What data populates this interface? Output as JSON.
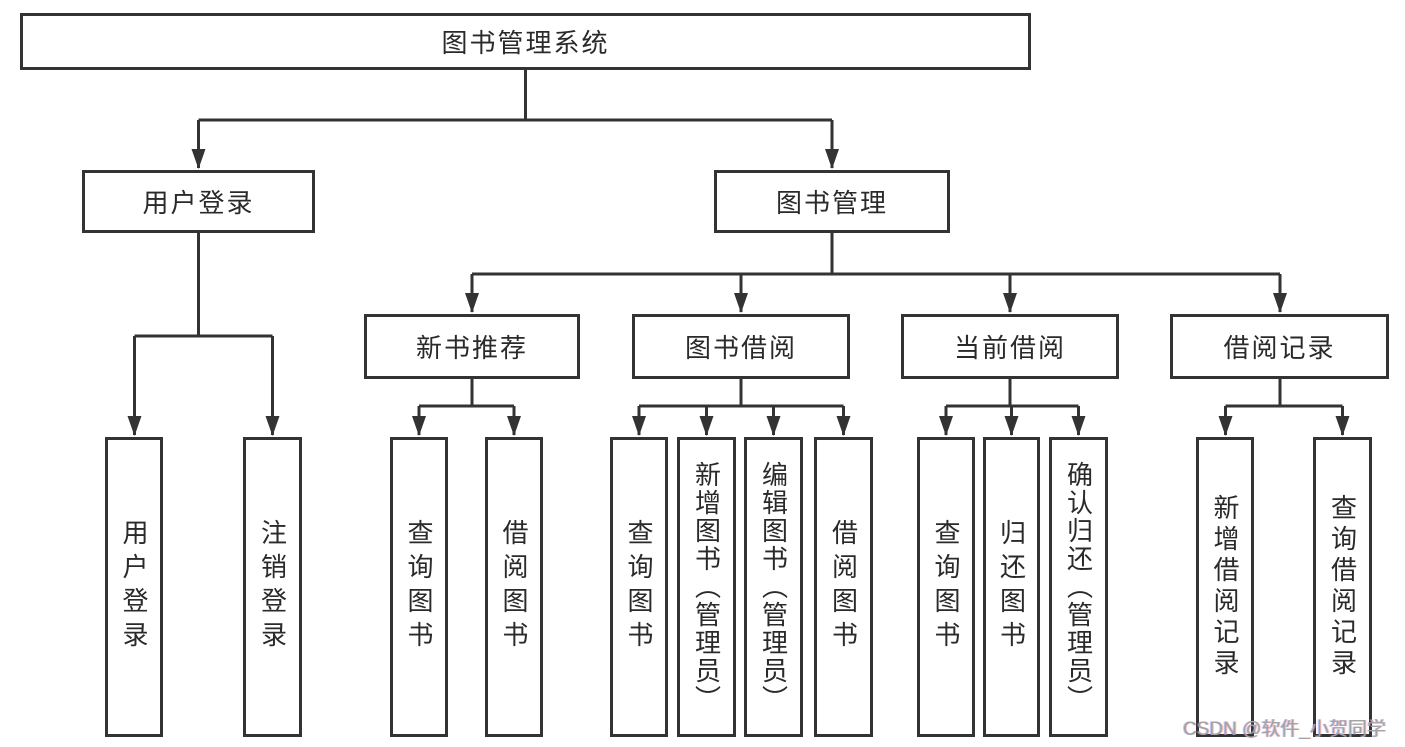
{
  "tree": {
    "label": "图书管理系统",
    "children": [
      {
        "label": "用户登录",
        "children": [
          {
            "label": "用户登录"
          },
          {
            "label": "注销登录"
          }
        ]
      },
      {
        "label": "图书管理",
        "children": [
          {
            "label": "新书推荐",
            "children": [
              {
                "label": "查询图书"
              },
              {
                "label": "借阅图书"
              }
            ]
          },
          {
            "label": "图书借阅",
            "children": [
              {
                "label": "查询图书"
              },
              {
                "label": "新增图书（管理员）"
              },
              {
                "label": "编辑图书（管理员）"
              },
              {
                "label": "借阅图书"
              }
            ]
          },
          {
            "label": "当前借阅",
            "children": [
              {
                "label": "查询图书"
              },
              {
                "label": "归还图书"
              },
              {
                "label": "确认归还（管理员）"
              }
            ]
          },
          {
            "label": "借阅记录",
            "children": [
              {
                "label": "新增借阅记录"
              },
              {
                "label": "查询借阅记录"
              }
            ]
          }
        ]
      }
    ]
  },
  "watermark": "CSDN @软件_小贺同学",
  "colors": {
    "line": "#333333",
    "box_border": "#333333",
    "text": "#2a2a2a",
    "background": "#ffffff",
    "watermark": "#a3a3a3"
  }
}
